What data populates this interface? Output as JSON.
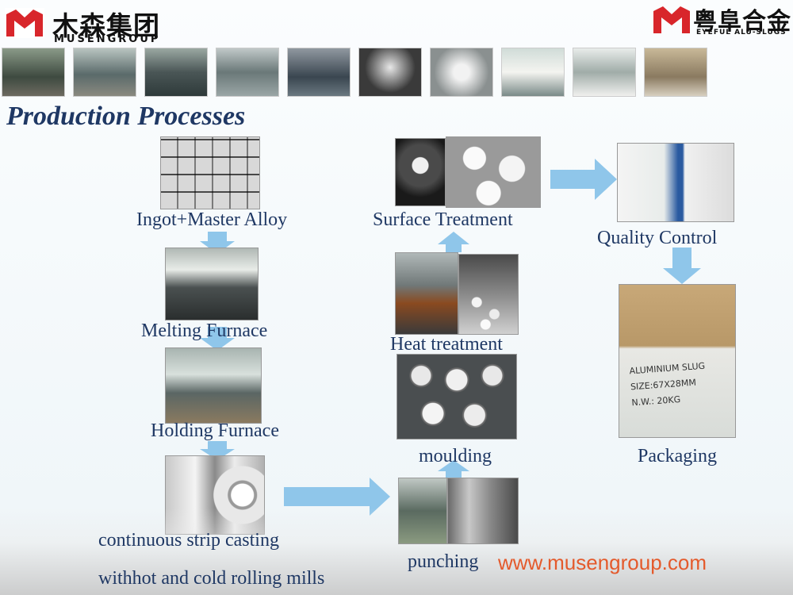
{
  "brand_left": {
    "cn": "木森集团",
    "en": "MUSENGROUP"
  },
  "brand_right": {
    "cn": "粤阜合金",
    "en": "EYEFUL ALU-SLUGS"
  },
  "colors": {
    "logo_red": "#d8262b",
    "arrow_blue": "#8fc6ea",
    "title_navy": "#1f3864",
    "url_orange": "#e45a2c"
  },
  "title": "Production Processes",
  "steps": {
    "ingot": "Ingot+Master Alloy",
    "melting": "Melting  Furnace",
    "holding": "Holding Furnace",
    "casting_line1": "continuous strip casting",
    "casting_line2": "withhot and cold rolling mills",
    "punching": "punching",
    "moulding": "moulding",
    "heat": "Heat treatment",
    "surface": "Surface Treatment",
    "quality": "Quality Control",
    "packaging": "Packaging"
  },
  "bag_label": {
    "line1": "ALUMINIUM SLUG",
    "line2": "SIZE:67X28MM",
    "line3": "N.W.:  20KG"
  },
  "url": "www.musengroup.com"
}
